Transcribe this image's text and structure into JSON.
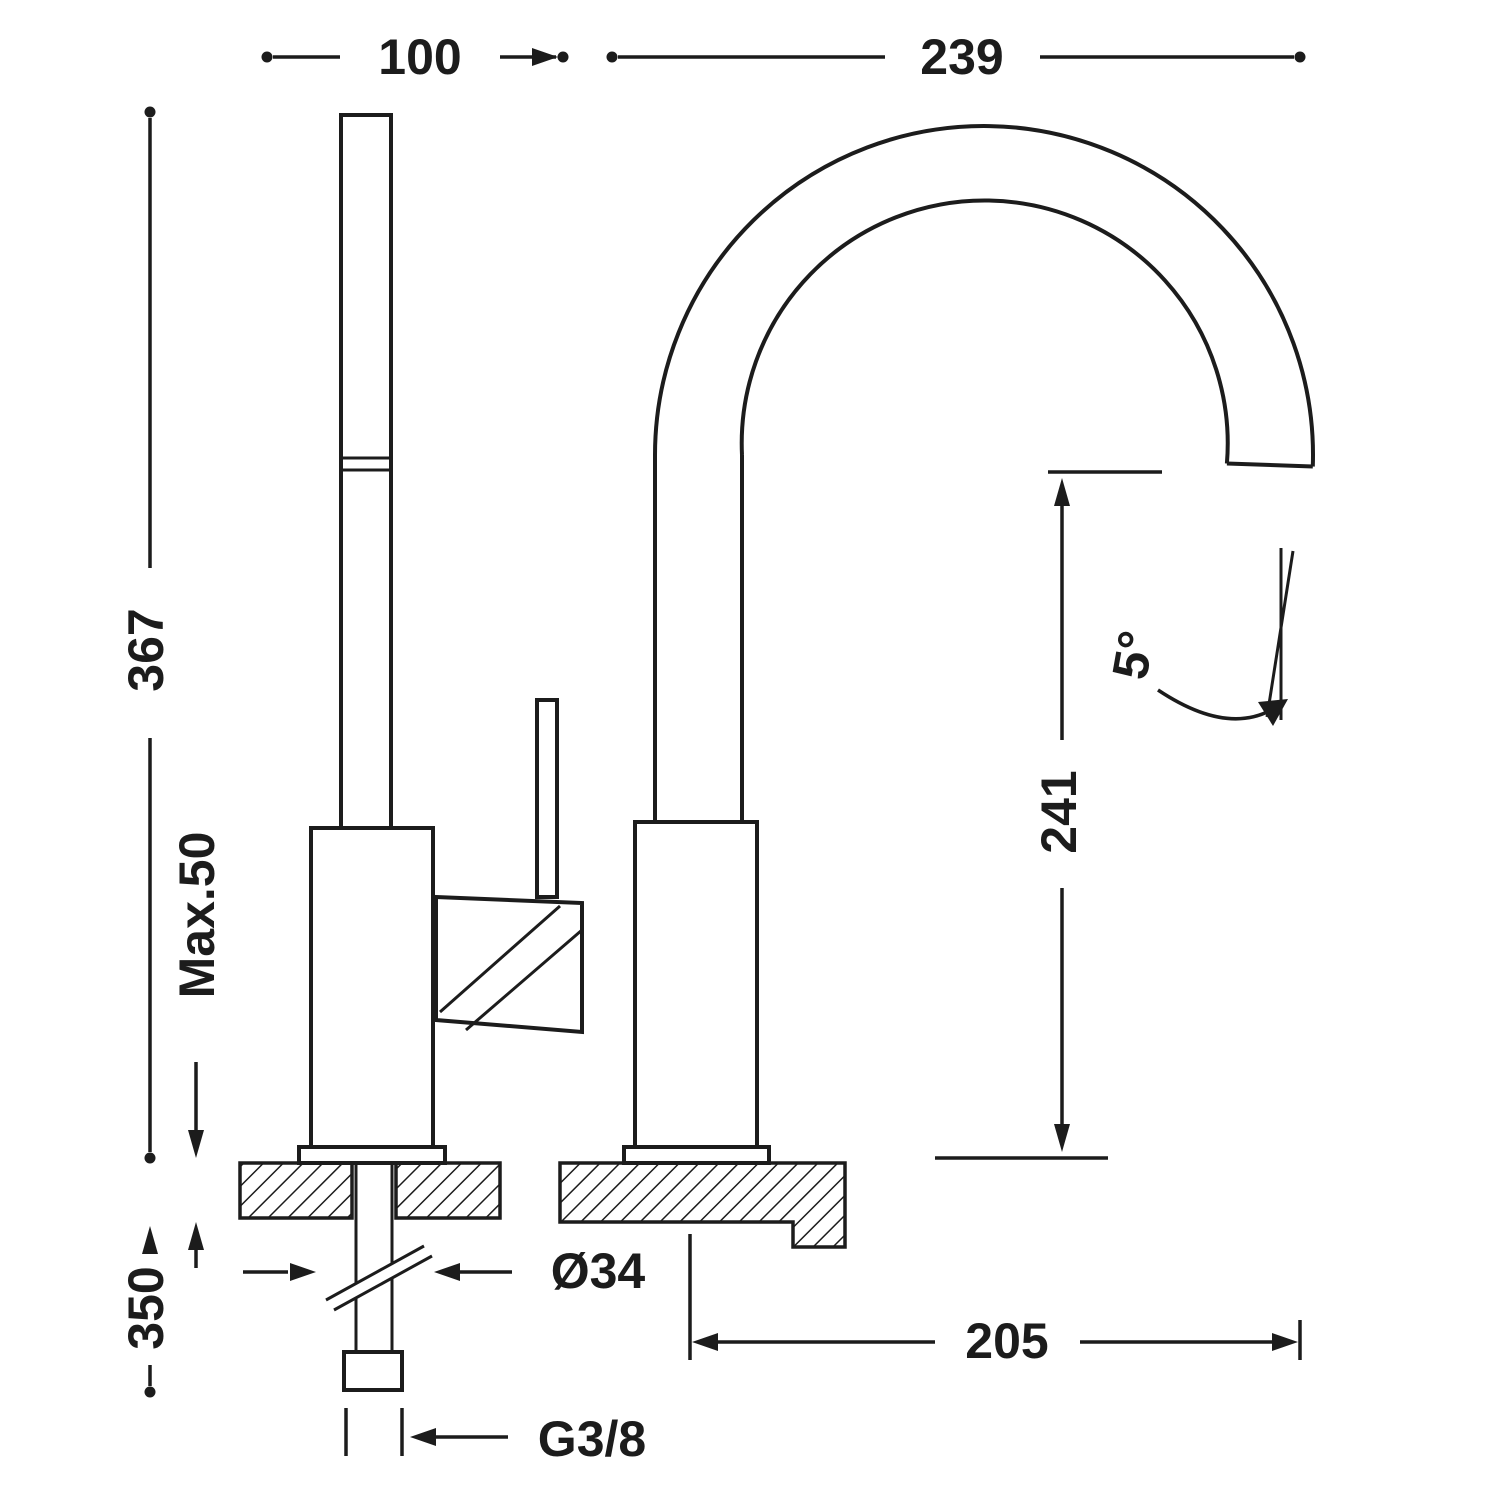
{
  "drawing": {
    "type": "faucet-technical-dimension-drawing",
    "labels": {
      "dim_100": "100",
      "dim_239": "239",
      "dim_367": "367",
      "dim_max50": "Max.50",
      "dim_350": "350",
      "dim_d34": "Ø34",
      "dim_g38": "G3/8",
      "dim_205": "205",
      "dim_241": "241",
      "dim_5deg": "5°"
    },
    "colors": {
      "line": "#1c1c1c",
      "background": "#ffffff"
    }
  }
}
